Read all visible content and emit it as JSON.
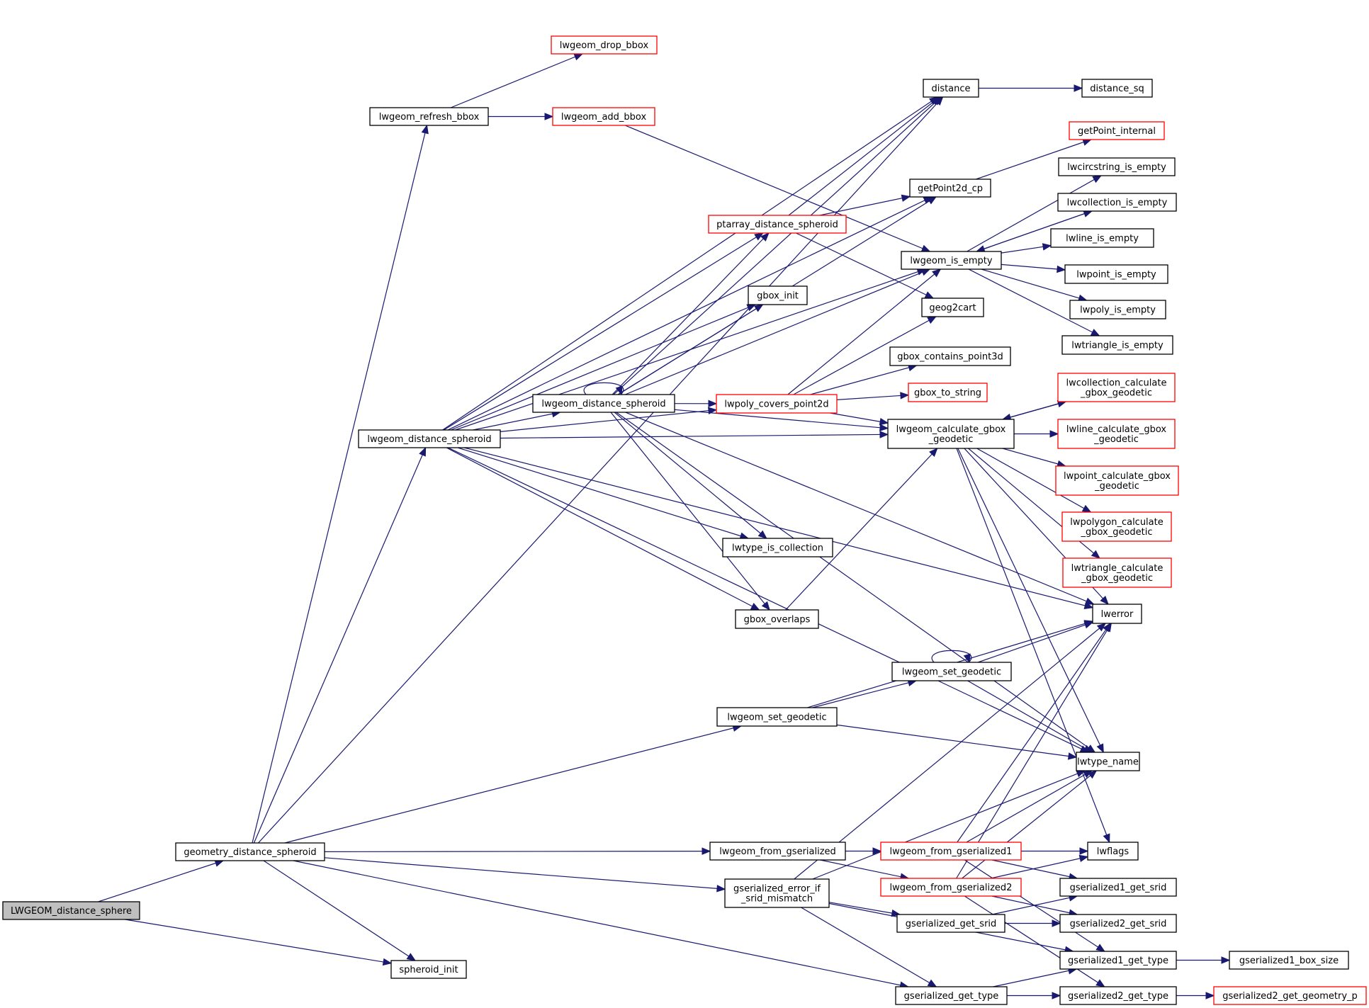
{
  "diagram": {
    "type": "call-graph",
    "colors": {
      "edge": "#191970",
      "node_border": "#000000",
      "node_border_undocumented": "#ff0000",
      "root_fill": "#bfbfbf",
      "node_fill": "#ffffff"
    },
    "nodes": [
      {
        "id": "LWGEOM_distance_sphere",
        "lines": [
          "LWGEOM_distance_sphere"
        ],
        "style": "root"
      },
      {
        "id": "geometry_distance_spheroid",
        "lines": [
          "geometry_distance_spheroid"
        ],
        "style": "normal"
      },
      {
        "id": "spheroid_init",
        "lines": [
          "spheroid_init"
        ],
        "style": "normal"
      },
      {
        "id": "lwgeom_refresh_bbox",
        "lines": [
          "lwgeom_refresh_bbox"
        ],
        "style": "normal"
      },
      {
        "id": "lwgeom_drop_bbox",
        "lines": [
          "lwgeom_drop_bbox"
        ],
        "style": "red"
      },
      {
        "id": "lwgeom_add_bbox",
        "lines": [
          "lwgeom_add_bbox"
        ],
        "style": "red"
      },
      {
        "id": "lwgeom_distance_spheroid_outer",
        "lines": [
          "lwgeom_distance_spheroid"
        ],
        "style": "normal"
      },
      {
        "id": "lwgeom_distance_spheroid_inner",
        "lines": [
          "lwgeom_distance_spheroid"
        ],
        "style": "normal"
      },
      {
        "id": "distance",
        "lines": [
          "distance"
        ],
        "style": "normal"
      },
      {
        "id": "distance_sq",
        "lines": [
          "distance_sq"
        ],
        "style": "normal"
      },
      {
        "id": "getPoint_internal",
        "lines": [
          "getPoint_internal"
        ],
        "style": "red"
      },
      {
        "id": "getPoint2d_cp",
        "lines": [
          "getPoint2d_cp"
        ],
        "style": "normal"
      },
      {
        "id": "ptarray_distance_spheroid",
        "lines": [
          "ptarray_distance_spheroid"
        ],
        "style": "red"
      },
      {
        "id": "lwcircstring_is_empty",
        "lines": [
          "lwcircstring_is_empty"
        ],
        "style": "normal"
      },
      {
        "id": "lwcollection_is_empty",
        "lines": [
          "lwcollection_is_empty"
        ],
        "style": "normal"
      },
      {
        "id": "lwgeom_is_empty",
        "lines": [
          "lwgeom_is_empty"
        ],
        "style": "normal"
      },
      {
        "id": "lwline_is_empty",
        "lines": [
          "lwline_is_empty"
        ],
        "style": "normal"
      },
      {
        "id": "lwpoint_is_empty",
        "lines": [
          "lwpoint_is_empty"
        ],
        "style": "normal"
      },
      {
        "id": "lwpoly_is_empty",
        "lines": [
          "lwpoly_is_empty"
        ],
        "style": "normal"
      },
      {
        "id": "lwtriangle_is_empty",
        "lines": [
          "lwtriangle_is_empty"
        ],
        "style": "normal"
      },
      {
        "id": "gbox_init",
        "lines": [
          "gbox_init"
        ],
        "style": "normal"
      },
      {
        "id": "geog2cart",
        "lines": [
          "geog2cart"
        ],
        "style": "normal"
      },
      {
        "id": "gbox_contains_point3d",
        "lines": [
          "gbox_contains_point3d"
        ],
        "style": "normal"
      },
      {
        "id": "gbox_to_string",
        "lines": [
          "gbox_to_string"
        ],
        "style": "red"
      },
      {
        "id": "lwpoly_covers_point2d",
        "lines": [
          "lwpoly_covers_point2d"
        ],
        "style": "red"
      },
      {
        "id": "lwcollection_calculate_gbox_geodetic",
        "lines": [
          "lwcollection_calculate",
          "_gbox_geodetic"
        ],
        "style": "red"
      },
      {
        "id": "lwgeom_calculate_gbox_geodetic",
        "lines": [
          "lwgeom_calculate_gbox",
          "_geodetic"
        ],
        "style": "normal"
      },
      {
        "id": "lwline_calculate_gbox_geodetic",
        "lines": [
          "lwline_calculate_gbox",
          "_geodetic"
        ],
        "style": "red"
      },
      {
        "id": "lwpoint_calculate_gbox_geodetic",
        "lines": [
          "lwpoint_calculate_gbox",
          "_geodetic"
        ],
        "style": "red"
      },
      {
        "id": "lwpolygon_calculate_gbox_geodetic",
        "lines": [
          "lwpolygon_calculate",
          "_gbox_geodetic"
        ],
        "style": "red"
      },
      {
        "id": "lwtriangle_calculate_gbox_geodetic",
        "lines": [
          "lwtriangle_calculate",
          "_gbox_geodetic"
        ],
        "style": "red"
      },
      {
        "id": "lwtype_is_collection",
        "lines": [
          "lwtype_is_collection"
        ],
        "style": "normal"
      },
      {
        "id": "gbox_overlaps",
        "lines": [
          "gbox_overlaps"
        ],
        "style": "normal"
      },
      {
        "id": "lwerror",
        "lines": [
          "lwerror"
        ],
        "style": "normal"
      },
      {
        "id": "lwgeom_set_geodetic_upper",
        "lines": [
          "lwgeom_set_geodetic"
        ],
        "style": "normal"
      },
      {
        "id": "lwgeom_set_geodetic_lower",
        "lines": [
          "lwgeom_set_geodetic"
        ],
        "style": "normal"
      },
      {
        "id": "lwtype_name",
        "lines": [
          "lwtype_name"
        ],
        "style": "normal"
      },
      {
        "id": "lwgeom_from_gserialized",
        "lines": [
          "lwgeom_from_gserialized"
        ],
        "style": "normal"
      },
      {
        "id": "lwgeom_from_gserialized1",
        "lines": [
          "lwgeom_from_gserialized1"
        ],
        "style": "red"
      },
      {
        "id": "lwgeom_from_gserialized2",
        "lines": [
          "lwgeom_from_gserialized2"
        ],
        "style": "red"
      },
      {
        "id": "lwflags",
        "lines": [
          "lwflags"
        ],
        "style": "normal"
      },
      {
        "id": "gserialized_error_if_srid_mismatch",
        "lines": [
          "gserialized_error_if",
          "_srid_mismatch"
        ],
        "style": "normal"
      },
      {
        "id": "gserialized1_get_srid",
        "lines": [
          "gserialized1_get_srid"
        ],
        "style": "normal"
      },
      {
        "id": "gserialized_get_srid",
        "lines": [
          "gserialized_get_srid"
        ],
        "style": "normal"
      },
      {
        "id": "gserialized2_get_srid",
        "lines": [
          "gserialized2_get_srid"
        ],
        "style": "normal"
      },
      {
        "id": "gserialized1_get_type",
        "lines": [
          "gserialized1_get_type"
        ],
        "style": "normal"
      },
      {
        "id": "gserialized1_box_size",
        "lines": [
          "gserialized1_box_size"
        ],
        "style": "normal"
      },
      {
        "id": "gserialized_get_type",
        "lines": [
          "gserialized_get_type"
        ],
        "style": "normal"
      },
      {
        "id": "gserialized2_get_type",
        "lines": [
          "gserialized2_get_type"
        ],
        "style": "normal"
      },
      {
        "id": "gserialized2_get_geometry_p",
        "lines": [
          "gserialized2_get_geometry_p"
        ],
        "style": "red"
      }
    ],
    "edges": [
      [
        "LWGEOM_distance_sphere",
        "geometry_distance_spheroid"
      ],
      [
        "LWGEOM_distance_sphere",
        "spheroid_init"
      ],
      [
        "geometry_distance_spheroid",
        "distance"
      ],
      [
        "geometry_distance_spheroid",
        "lwgeom_refresh_bbox"
      ],
      [
        "geometry_distance_spheroid",
        "lwgeom_distance_spheroid_outer"
      ],
      [
        "geometry_distance_spheroid",
        "lwgeom_set_geodetic_lower"
      ],
      [
        "geometry_distance_spheroid",
        "lwgeom_from_gserialized"
      ],
      [
        "geometry_distance_spheroid",
        "gserialized_error_if_srid_mismatch"
      ],
      [
        "geometry_distance_spheroid",
        "gserialized_get_type"
      ],
      [
        "geometry_distance_spheroid",
        "spheroid_init"
      ],
      [
        "lwgeom_refresh_bbox",
        "lwgeom_drop_bbox"
      ],
      [
        "lwgeom_refresh_bbox",
        "lwgeom_add_bbox"
      ],
      [
        "lwgeom_add_bbox",
        "lwgeom_is_empty"
      ],
      [
        "lwgeom_distance_spheroid_outer",
        "distance"
      ],
      [
        "lwgeom_distance_spheroid_outer",
        "getPoint2d_cp"
      ],
      [
        "lwgeom_distance_spheroid_outer",
        "ptarray_distance_spheroid"
      ],
      [
        "lwgeom_distance_spheroid_outer",
        "lwgeom_is_empty"
      ],
      [
        "lwgeom_distance_spheroid_outer",
        "gbox_init"
      ],
      [
        "lwgeom_distance_spheroid_outer",
        "lwgeom_distance_spheroid_inner"
      ],
      [
        "lwgeom_distance_spheroid_outer",
        "lwpoly_covers_point2d"
      ],
      [
        "lwgeom_distance_spheroid_outer",
        "lwtype_is_collection"
      ],
      [
        "lwgeom_distance_spheroid_outer",
        "gbox_overlaps"
      ],
      [
        "lwgeom_distance_spheroid_outer",
        "lwerror"
      ],
      [
        "lwgeom_distance_spheroid_outer",
        "lwgeom_calculate_gbox_geodetic"
      ],
      [
        "lwgeom_distance_spheroid_outer",
        "lwtype_name"
      ],
      [
        "lwgeom_distance_spheroid_inner",
        "lwgeom_distance_spheroid_inner"
      ],
      [
        "lwgeom_distance_spheroid_inner",
        "distance"
      ],
      [
        "lwgeom_distance_spheroid_inner",
        "getPoint2d_cp"
      ],
      [
        "lwgeom_distance_spheroid_inner",
        "ptarray_distance_spheroid"
      ],
      [
        "lwgeom_distance_spheroid_inner",
        "gbox_init"
      ],
      [
        "lwgeom_distance_spheroid_inner",
        "lwgeom_is_empty"
      ],
      [
        "lwgeom_distance_spheroid_inner",
        "lwpoly_covers_point2d"
      ],
      [
        "lwgeom_distance_spheroid_inner",
        "lwgeom_calculate_gbox_geodetic"
      ],
      [
        "lwgeom_distance_spheroid_inner",
        "lwtype_is_collection"
      ],
      [
        "lwgeom_distance_spheroid_inner",
        "gbox_overlaps"
      ],
      [
        "lwgeom_distance_spheroid_inner",
        "lwerror"
      ],
      [
        "lwgeom_distance_spheroid_inner",
        "lwtype_name"
      ],
      [
        "distance",
        "distance_sq"
      ],
      [
        "getPoint2d_cp",
        "getPoint_internal"
      ],
      [
        "ptarray_distance_spheroid",
        "distance"
      ],
      [
        "ptarray_distance_spheroid",
        "getPoint2d_cp"
      ],
      [
        "ptarray_distance_spheroid",
        "geog2cart"
      ],
      [
        "lwgeom_is_empty",
        "lwcircstring_is_empty"
      ],
      [
        "lwgeom_is_empty",
        "lwcollection_is_empty"
      ],
      [
        "lwgeom_is_empty",
        "lwline_is_empty"
      ],
      [
        "lwgeom_is_empty",
        "lwpoint_is_empty"
      ],
      [
        "lwgeom_is_empty",
        "lwpoly_is_empty"
      ],
      [
        "lwgeom_is_empty",
        "lwtriangle_is_empty"
      ],
      [
        "lwcollection_is_empty",
        "lwgeom_is_empty"
      ],
      [
        "lwpoly_covers_point2d",
        "lwgeom_is_empty"
      ],
      [
        "lwpoly_covers_point2d",
        "geog2cart"
      ],
      [
        "lwpoly_covers_point2d",
        "gbox_contains_point3d"
      ],
      [
        "lwpoly_covers_point2d",
        "gbox_to_string"
      ],
      [
        "lwpoly_covers_point2d",
        "lwgeom_calculate_gbox_geodetic"
      ],
      [
        "lwgeom_calculate_gbox_geodetic",
        "lwcollection_calculate_gbox_geodetic"
      ],
      [
        "lwgeom_calculate_gbox_geodetic",
        "lwline_calculate_gbox_geodetic"
      ],
      [
        "lwgeom_calculate_gbox_geodetic",
        "lwpoint_calculate_gbox_geodetic"
      ],
      [
        "lwgeom_calculate_gbox_geodetic",
        "lwpolygon_calculate_gbox_geodetic"
      ],
      [
        "lwgeom_calculate_gbox_geodetic",
        "lwtriangle_calculate_gbox_geodetic"
      ],
      [
        "lwgeom_calculate_gbox_geodetic",
        "lwerror"
      ],
      [
        "lwgeom_calculate_gbox_geodetic",
        "lwtype_name"
      ],
      [
        "lwgeom_calculate_gbox_geodetic",
        "lwflags"
      ],
      [
        "lwcollection_calculate_gbox_geodetic",
        "lwgeom_calculate_gbox_geodetic"
      ],
      [
        "gbox_overlaps",
        "lwgeom_calculate_gbox_geodetic"
      ],
      [
        "lwgeom_set_geodetic_lower",
        "lwgeom_set_geodetic_upper"
      ],
      [
        "lwgeom_set_geodetic_lower",
        "lwtype_name"
      ],
      [
        "lwgeom_set_geodetic_lower",
        "lwerror"
      ],
      [
        "lwgeom_set_geodetic_upper",
        "lwgeom_set_geodetic_upper"
      ],
      [
        "lwgeom_set_geodetic_upper",
        "lwerror"
      ],
      [
        "lwgeom_set_geodetic_upper",
        "lwtype_name"
      ],
      [
        "lwgeom_from_gserialized",
        "lwgeom_from_gserialized1"
      ],
      [
        "lwgeom_from_gserialized",
        "lwgeom_from_gserialized2"
      ],
      [
        "lwgeom_from_gserialized1",
        "lwflags"
      ],
      [
        "lwgeom_from_gserialized1",
        "lwerror"
      ],
      [
        "lwgeom_from_gserialized1",
        "lwtype_name"
      ],
      [
        "lwgeom_from_gserialized1",
        "gserialized1_get_srid"
      ],
      [
        "lwgeom_from_gserialized1",
        "gserialized1_get_type"
      ],
      [
        "lwgeom_from_gserialized2",
        "lwflags"
      ],
      [
        "lwgeom_from_gserialized2",
        "lwerror"
      ],
      [
        "lwgeom_from_gserialized2",
        "lwtype_name"
      ],
      [
        "lwgeom_from_gserialized2",
        "gserialized2_get_srid"
      ],
      [
        "lwgeom_from_gserialized2",
        "gserialized2_get_type"
      ],
      [
        "gserialized_error_if_srid_mismatch",
        "lwerror"
      ],
      [
        "gserialized_error_if_srid_mismatch",
        "lwtype_name"
      ],
      [
        "gserialized_error_if_srid_mismatch",
        "gserialized_get_srid"
      ],
      [
        "gserialized_error_if_srid_mismatch",
        "gserialized1_get_type"
      ],
      [
        "gserialized_error_if_srid_mismatch",
        "gserialized_get_type"
      ],
      [
        "gserialized_get_srid",
        "gserialized1_get_srid"
      ],
      [
        "gserialized_get_srid",
        "gserialized2_get_srid"
      ],
      [
        "gserialized_get_type",
        "gserialized1_get_type"
      ],
      [
        "gserialized_get_type",
        "gserialized2_get_type"
      ],
      [
        "gserialized1_get_type",
        "gserialized1_box_size"
      ],
      [
        "gserialized2_get_type",
        "gserialized2_get_geometry_p"
      ]
    ]
  }
}
